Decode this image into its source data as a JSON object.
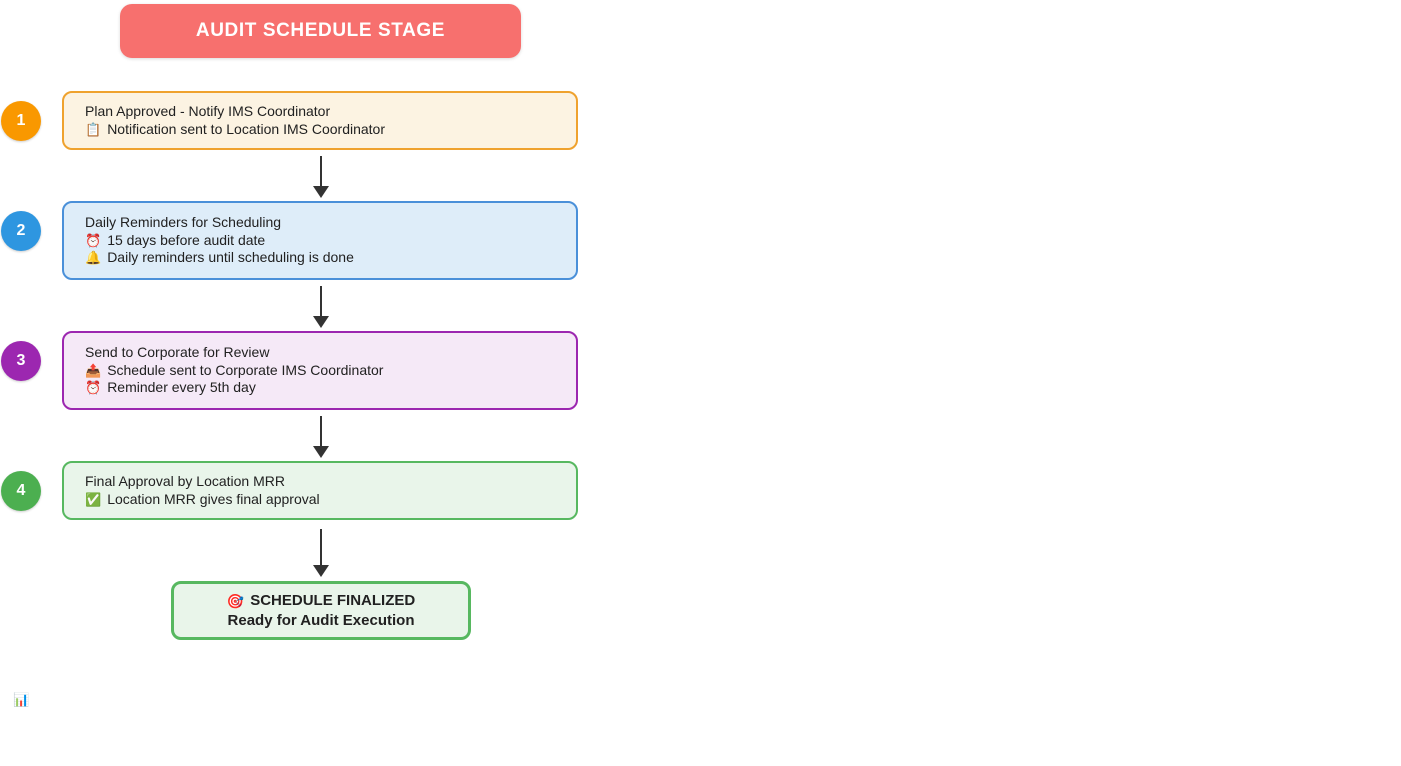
{
  "header": {
    "title": "AUDIT SCHEDULE STAGE",
    "colors": {
      "background": "#F7706E",
      "text": "#FFFFFF"
    }
  },
  "steps": [
    {
      "number": "1",
      "title": "Plan Approved - Notify IMS Coordinator",
      "details": [
        {
          "icon_name": "clipboard-icon",
          "glyph": "📋",
          "text": "Notification sent to Location IMS Coordinator"
        }
      ],
      "colors": {
        "circle": "#F99800",
        "border": "#EFA22E",
        "background": "#FCF3E2"
      }
    },
    {
      "number": "2",
      "title": "Daily Reminders for Scheduling",
      "details": [
        {
          "icon_name": "alarm-clock-icon",
          "glyph": "⏰",
          "text": "15 days before audit date"
        },
        {
          "icon_name": "bell-icon",
          "glyph": "🔔",
          "text": "Daily reminders until scheduling is done"
        }
      ],
      "colors": {
        "circle": "#2E96E0",
        "border": "#4A90D9",
        "background": "#DEEDF9"
      }
    },
    {
      "number": "3",
      "title": "Send to Corporate for Review",
      "details": [
        {
          "icon_name": "outbox-tray-icon",
          "glyph": "📤",
          "text": "Schedule sent to Corporate IMS Coordinator"
        },
        {
          "icon_name": "alarm-clock-icon",
          "glyph": "⏰",
          "text": "Reminder every 5th day"
        }
      ],
      "colors": {
        "circle": "#9C27B0",
        "border": "#9C27B0",
        "background": "#F5E9F7"
      }
    },
    {
      "number": "4",
      "title": "Final Approval by Location MRR",
      "details": [
        {
          "icon_name": "check-mark-icon",
          "glyph": "✅",
          "text": "Location MRR gives final approval"
        }
      ],
      "colors": {
        "circle": "#4CAF50",
        "border": "#57B860",
        "background": "#E9F5EA"
      }
    }
  ],
  "final_node": {
    "icon_name": "target-icon",
    "glyph": "🎯",
    "line1": "SCHEDULE FINALIZED",
    "line2": "Ready for Audit Execution",
    "colors": {
      "border": "#57B860",
      "background": "#E9F5EA"
    }
  },
  "arrow_color": "#333333",
  "footer": {
    "icon_name": "bar-chart-icon",
    "glyph": "📊"
  }
}
